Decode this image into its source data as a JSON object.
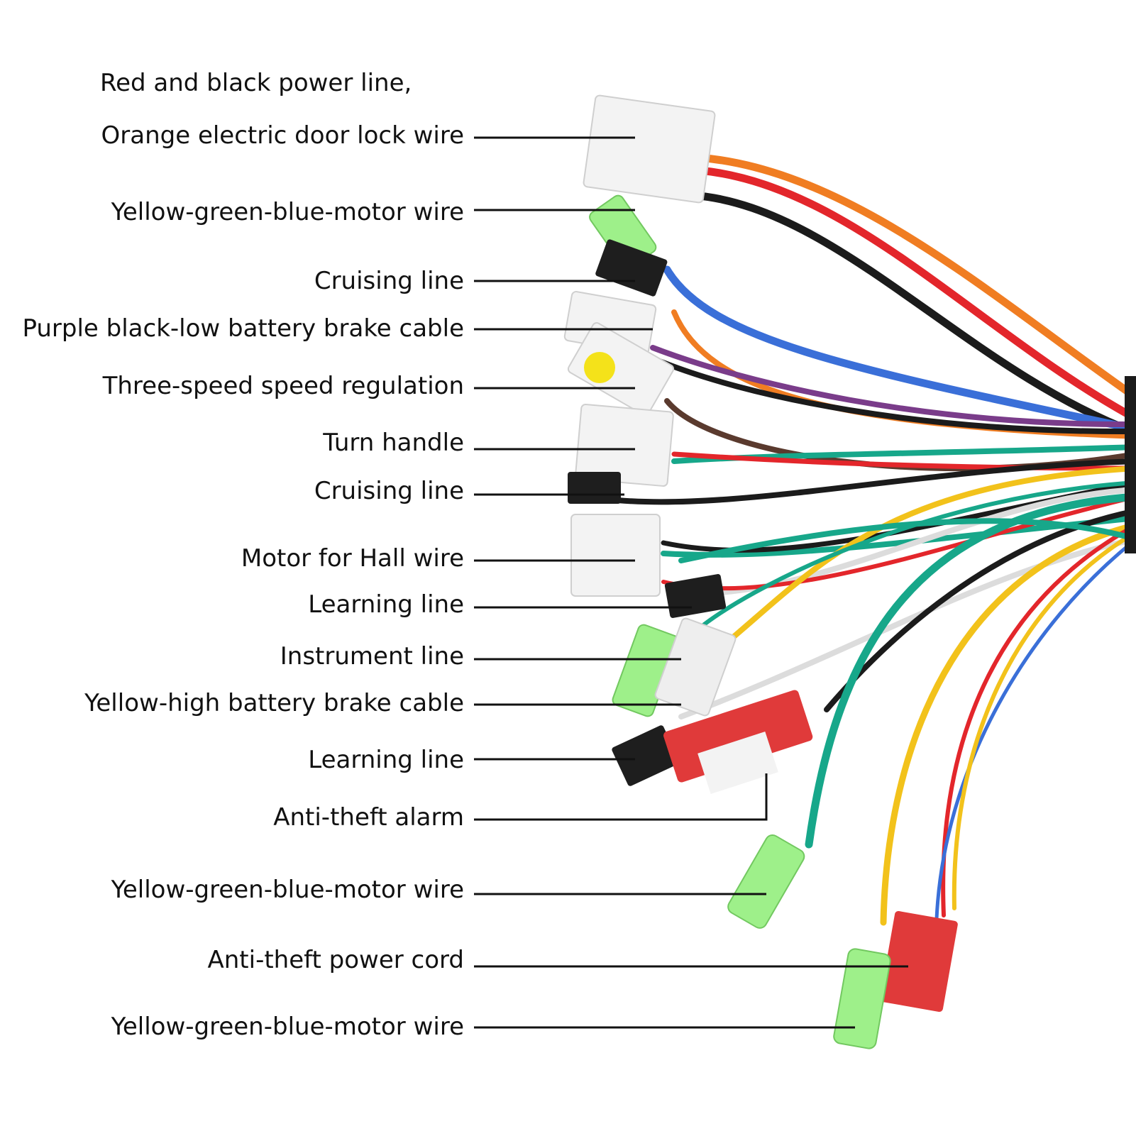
{
  "labels": {
    "power_line_1": "Red and black power line,",
    "door_lock": "Orange electric door lock wire",
    "motor_wire_top": "Yellow-green-blue-motor wire",
    "cruising_1": "Cruising line",
    "purple_brake": "Purple black-low battery brake cable",
    "three_speed": "Three-speed speed regulation",
    "turn_handle": "Turn handle",
    "cruising_2": "Cruising line",
    "hall_wire": "Motor for Hall wire",
    "learning_1": "Learning line",
    "instrument": "Instrument line",
    "yellow_brake": "Yellow-high battery brake cable",
    "learning_2": "Learning line",
    "anti_theft_alarm": "Anti-theft alarm",
    "motor_wire_mid": "Yellow-green-blue-motor wire",
    "anti_theft_power": "Anti-theft power cord",
    "motor_wire_bottom": "Yellow-green-blue-motor wire"
  },
  "colors": {
    "red": "#e3262b",
    "black": "#1b1b1b",
    "orange": "#f07d22",
    "blue": "#3a6fd8",
    "purple": "#7a3c8a",
    "brown": "#5a3a2e",
    "teal": "#17a78a",
    "yellow": "#f2c21b",
    "white_wire": "#dcdcdc",
    "connector_white": "#f3f3f3",
    "connector_green": "#9ef08a",
    "connector_red": "#e03a3a",
    "connector_black": "#1e1e1e"
  }
}
